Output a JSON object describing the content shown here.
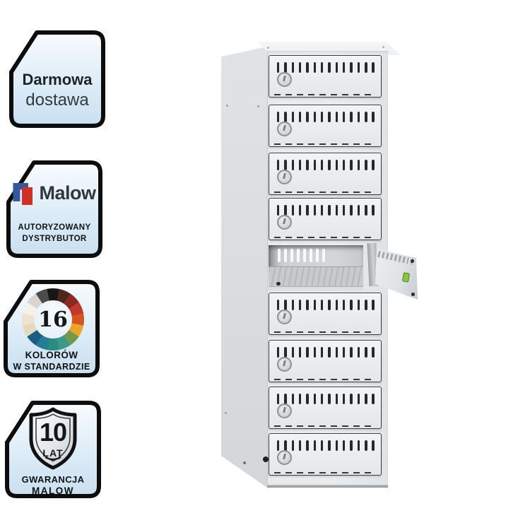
{
  "page": {
    "background": "#ffffff"
  },
  "badges": {
    "delivery": {
      "line1": "Darmowa",
      "line2": "dostawa"
    },
    "distributor": {
      "brand": "Malow",
      "line1": "AUTORYZOWANY",
      "line2": "DYSTRYBUTOR"
    },
    "colors": {
      "count": "16",
      "line1": "KOLORÓW",
      "line2": "W STANDARDZIE",
      "wheel_colors": [
        "#161616",
        "#4e261d",
        "#8b2a24",
        "#c0392b",
        "#d4551e",
        "#e8a62c",
        "#74984c",
        "#3a9a8a",
        "#2b8a82",
        "#237e95",
        "#1d5c85",
        "#e3d9c0",
        "#ece4d0",
        "#f3f1ea",
        "#d7d5ce",
        "#4b4b4b"
      ]
    },
    "warranty": {
      "years": "10",
      "unit": "LAT",
      "line1": "GWARANCJA",
      "line2": "MALOW"
    }
  },
  "product": {
    "compartments": 9,
    "open_compartment": 5,
    "body_color": "#e8eaec",
    "door_outline_color": "#3b3e40",
    "lock_indicator_color": "#8cc63f",
    "badge_border_color": "#0d0d0d",
    "badge_fill_top": "#f8fbfe",
    "badge_fill_bottom": "#c9dff0"
  }
}
